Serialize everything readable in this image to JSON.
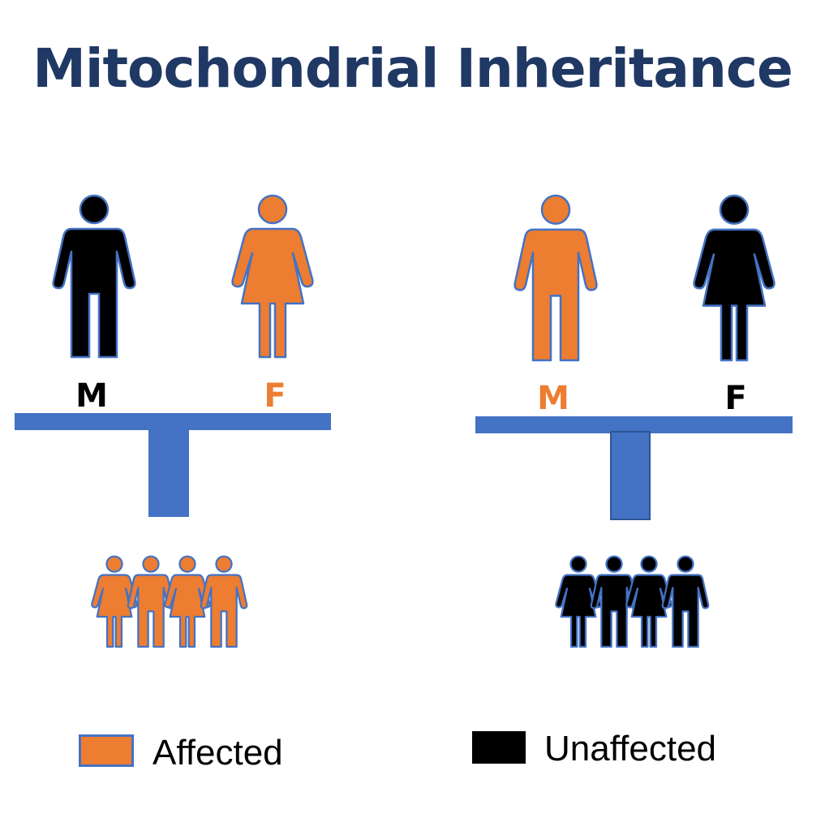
{
  "title": "Mitochondrial Inheritance",
  "colors": {
    "title": "#203864",
    "affected": "#ED7D31",
    "unaffected": "#000000",
    "line": "#4472C4",
    "outline": "#4472C4"
  },
  "pedigrees": [
    {
      "father": {
        "label": "M",
        "status": "unaffected"
      },
      "mother": {
        "label": "F",
        "status": "affected"
      },
      "children": {
        "count": 4,
        "status": "affected"
      }
    },
    {
      "father": {
        "label": "M",
        "status": "affected"
      },
      "mother": {
        "label": "F",
        "status": "unaffected"
      },
      "children": {
        "count": 4,
        "status": "unaffected"
      }
    }
  ],
  "legend": {
    "affected": {
      "label": "Affected",
      "status": "affected"
    },
    "unaffected": {
      "label": "Unaffected",
      "status": "unaffected"
    }
  }
}
